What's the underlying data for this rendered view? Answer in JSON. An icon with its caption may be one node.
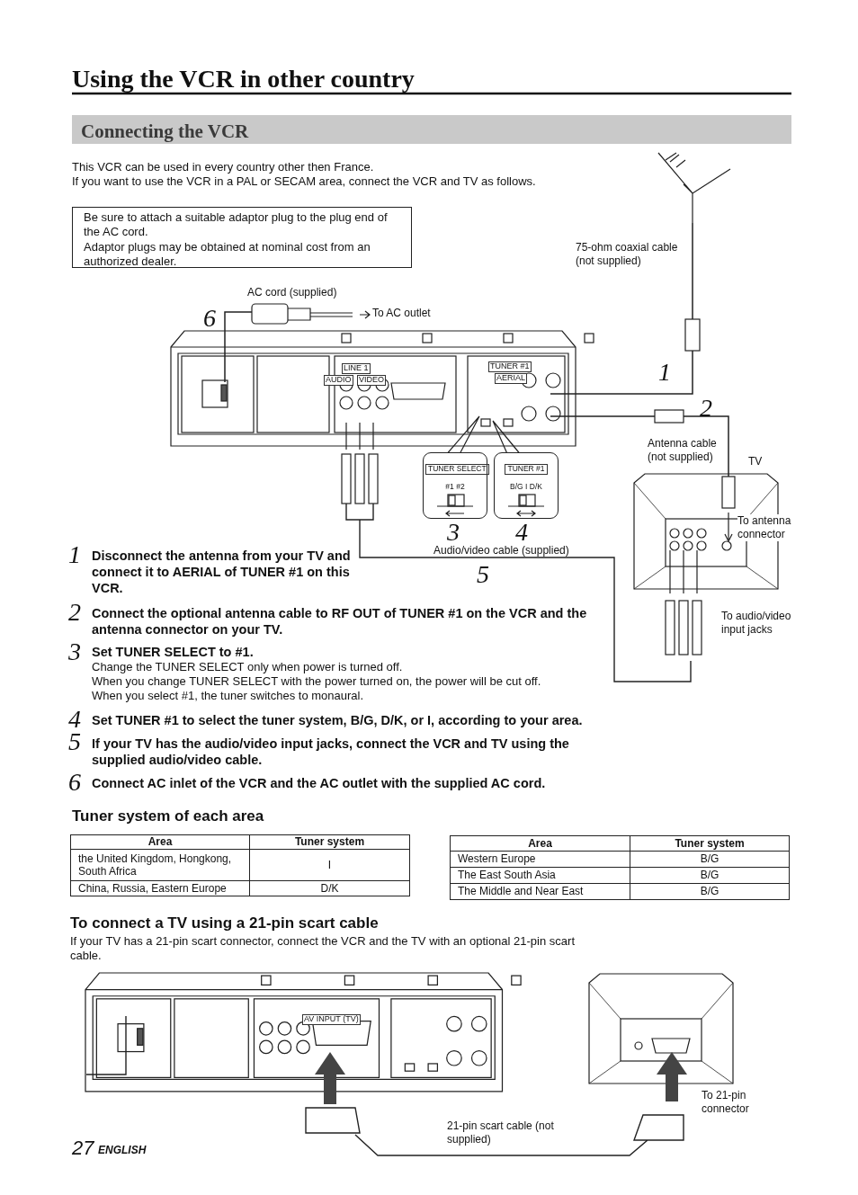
{
  "diagram": {
    "title": "Using the VCR in other country",
    "nodes": [
      {
        "text": [
          "Be sure to attach a suitable adaptor plug to the plug end of the AC cord.",
          "Adaptor plugs may be obtained at nominal cost from an authorized dealer."
        ]
      },
      {
        "text": [
          "TUNER SELECT",
          "#1 #2"
        ]
      },
      {
        "text": [
          "TUNER #1",
          "B/G I D/K"
        ]
      }
    ],
    "labels": [
      "Connecting the VCR",
      "This VCR can be used in every country other then France.",
      "If you want to use the VCR in a PAL or SECAM area, connect the VCR and TV as follows.",
      "75-ohm coaxial cable (not supplied)",
      "AC cord (supplied)",
      "6",
      "To AC outlet",
      "LINE 1",
      "AUDIO",
      "VIDEO",
      "TUNER #1",
      "AERIAL",
      "1",
      "2",
      "Antenna cable (not supplied)",
      "TV",
      "3",
      "4",
      "To antenna connector",
      "Audio/video cable (supplied)",
      "5",
      "To audio/video input jacks",
      "1",
      "Disconnect the antenna from your TV and connect it to AERIAL of TUNER #1 on this VCR.",
      "2",
      "Connect the optional antenna cable to RF OUT of TUNER #1 on the VCR and the antenna connector on your TV.",
      "3",
      "Set TUNER SELECT to #1.",
      "Change the TUNER SELECT only when power is turned off.",
      "When you change TUNER SELECT with the power turned on, the power will be cut off.",
      "When you select #1, the tuner switches to monaural.",
      "4",
      "Set TUNER #1 to select the tuner system, B/G, D/K, or I, according to your area.",
      "5",
      "If your TV has the audio/video input jacks, connect the VCR and TV using the supplied audio/video cable.",
      "6",
      "Connect AC inlet of the VCR and the AC outlet with the supplied AC cord.",
      "Tuner system of each area",
      "Area",
      "Tuner system",
      "the United Kingdom, Hongkong, South Africa",
      "I",
      "China, Russia, Eastern Europe",
      "D/K",
      "Area",
      "Tuner system",
      "Western Europe",
      "B/G",
      "The East South Asia",
      "B/G",
      "The Middle and Near East",
      "B/G",
      "To connect a TV using a 21-pin scart cable",
      "If your TV has a 21-pin scart connector, connect the VCR and the TV with an optional 21-pin scart cable.",
      "AV INPUT (TV)",
      "To 21-pin connector",
      "21-pin scart cable (not supplied)",
      "27",
      "ENGLISH"
    ]
  }
}
